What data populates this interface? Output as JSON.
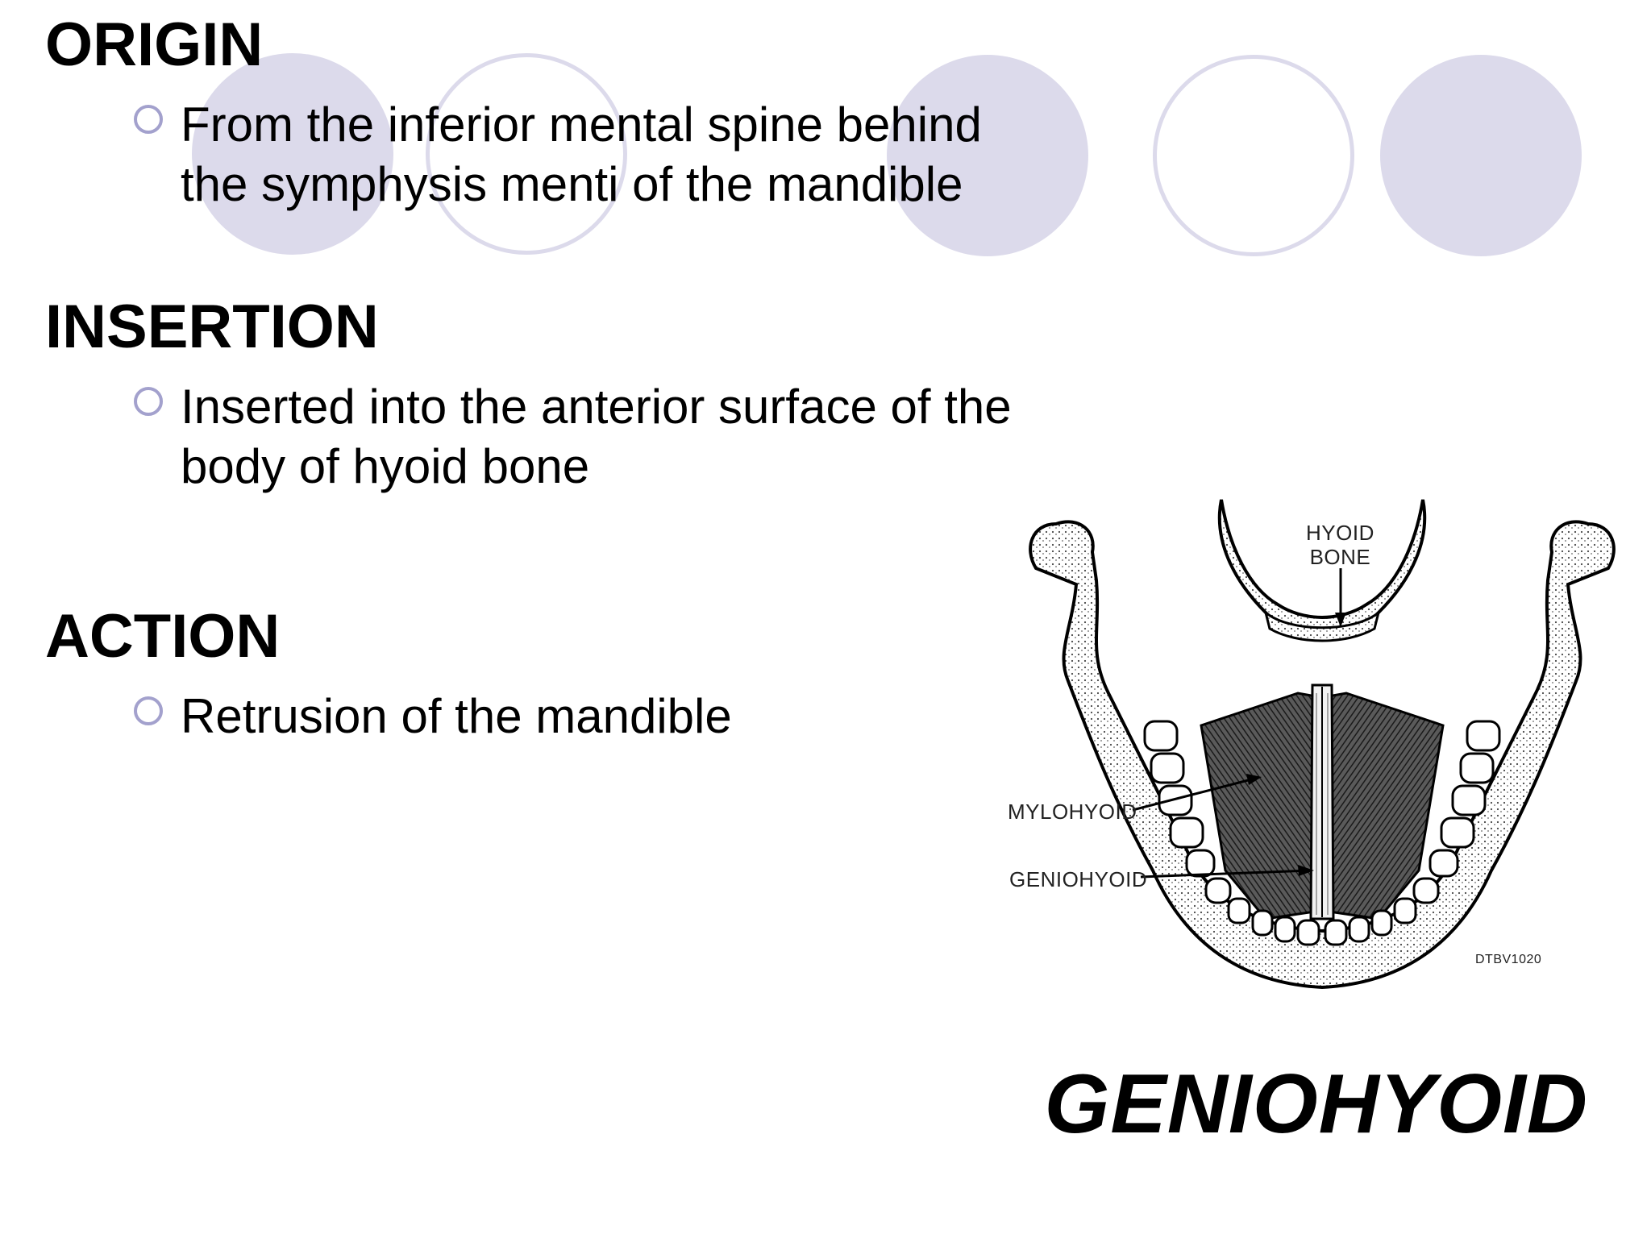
{
  "colors": {
    "circle_fill": "#dcdaeb",
    "bullet_ring": "#a3a1cd",
    "text": "#000000"
  },
  "sections": [
    {
      "heading": "ORIGIN",
      "text": "From the inferior mental spine behind the symphysis menti of the mandible"
    },
    {
      "heading": "INSERTION",
      "text": "Inserted into the anterior surface of the body of hyoid bone"
    },
    {
      "heading": "ACTION",
      "text": "Retrusion of the mandible"
    }
  ],
  "diagram": {
    "labels": {
      "hyoid_line1": "HYOID",
      "hyoid_line2": "BONE",
      "mylohyoid": "MYLOHYOID",
      "geniohyoid": "GENIOHYOID",
      "code": "DTBV1020"
    }
  },
  "title": "GENIOHYOID"
}
